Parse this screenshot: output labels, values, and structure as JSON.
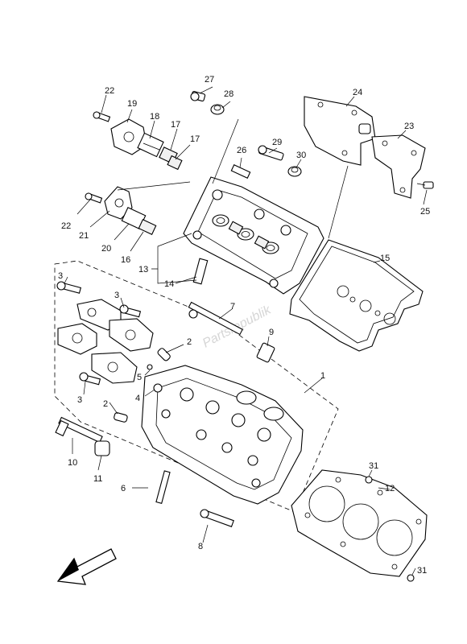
{
  "watermark": "Partsrepublik",
  "callouts": {
    "c1": "1",
    "c2a": "2",
    "c2b": "2",
    "c3a": "3",
    "c3b": "3",
    "c3c": "3",
    "c4": "4",
    "c5": "5",
    "c6": "6",
    "c7": "7",
    "c8": "8",
    "c9": "9",
    "c10": "10",
    "c11": "11",
    "c12": "12",
    "c13": "13",
    "c14": "14",
    "c15": "15",
    "c16": "16",
    "c17a": "17",
    "c17b": "17",
    "c18": "18",
    "c19": "19",
    "c20": "20",
    "c21": "21",
    "c22a": "22",
    "c22b": "22",
    "c23": "23",
    "c24": "24",
    "c25": "25",
    "c26": "26",
    "c27": "27",
    "c28": "28",
    "c29": "29",
    "c30": "30",
    "c31a": "31",
    "c31b": "31"
  },
  "icons": {
    "front_arrow": "front-direction-arrow-icon"
  }
}
